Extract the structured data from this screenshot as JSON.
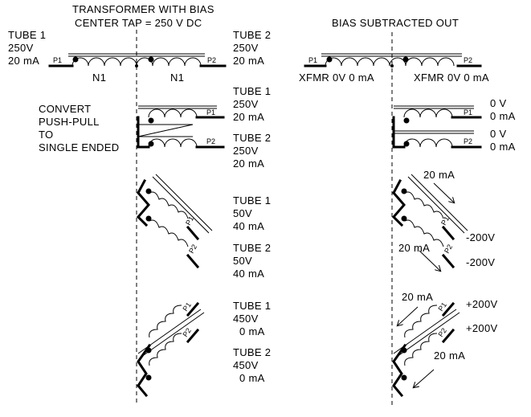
{
  "left": {
    "title_line1": "TRANSFORMER WITH BIAS",
    "title_line2": "CENTER TAP = 250 V DC",
    "tube1_top": [
      "TUBE 1",
      "250V",
      "20 mA"
    ],
    "tube2_top": [
      "TUBE 2",
      "250V",
      "20 mA"
    ],
    "p1": "P1",
    "p2": "P2",
    "n1_left": "N1",
    "n1_right": "N1",
    "convert_text": [
      "CONVERT",
      "PUSH-PULL",
      "TO",
      "SINGLE ENDED"
    ],
    "se_tube1": [
      "TUBE 1",
      "250V",
      "20 mA"
    ],
    "se_tube2": [
      "TUBE 2",
      "250V",
      "20 mA"
    ],
    "down_tube1": [
      "TUBE 1",
      "50V",
      "40 mA"
    ],
    "down_tube2": [
      "TUBE 2",
      "50V",
      "40 mA"
    ],
    "up_tube1": [
      "TUBE 1",
      "450V",
      "0 mA"
    ],
    "up_tube2": [
      "TUBE 2",
      "450V",
      "0 mA"
    ]
  },
  "right": {
    "title": "BIAS SUBTRACTED OUT",
    "xfmr_left": "XFMR 0V 0 mA",
    "xfmr_right": "XFMR 0V 0 mA",
    "p1": "P1",
    "p2": "P2",
    "se_top": [
      "0 V",
      "0 mA"
    ],
    "se_bottom": [
      "0 V",
      "0 mA"
    ],
    "down_current_top": "20 mA",
    "down_current_bottom": "20 mA",
    "down_v1": "-200V",
    "down_v2": "-200V",
    "up_current_top": "20 mA",
    "up_current_bottom": "20 mA",
    "up_v1": "+200V",
    "up_v2": "+200V"
  }
}
